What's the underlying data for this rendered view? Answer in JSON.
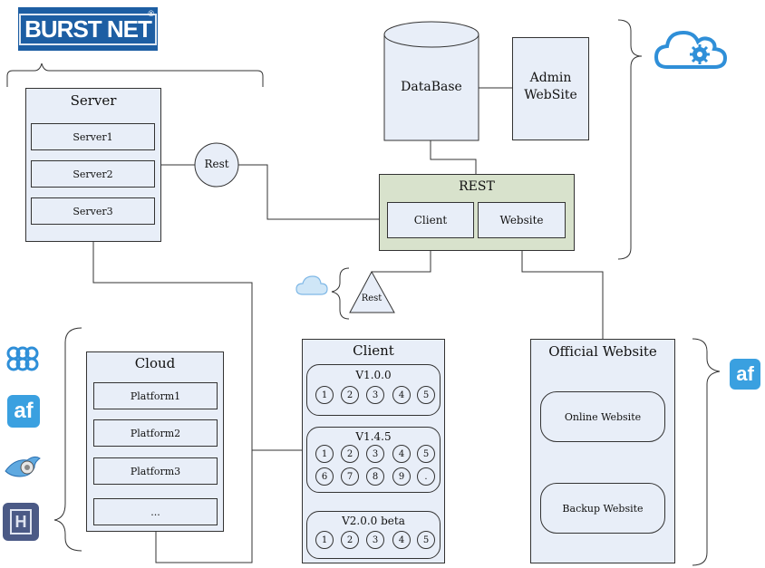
{
  "logo": {
    "text": "BURST NET",
    "mark": "®"
  },
  "server": {
    "title": "Server",
    "items": [
      "Server1",
      "Server2",
      "Server3"
    ]
  },
  "rest_node": {
    "label": "Rest"
  },
  "database": {
    "label": "DataBase"
  },
  "admin": {
    "line1": "Admin",
    "line2": "WebSite"
  },
  "rest_block": {
    "title": "REST",
    "client": "Client",
    "website": "Website"
  },
  "rest_triangle": {
    "label": "Rest"
  },
  "cloud": {
    "title": "Cloud",
    "items": [
      "Platform1",
      "Platform2",
      "Platform3",
      "..."
    ]
  },
  "client": {
    "title": "Client",
    "versions": [
      {
        "label": "V1.0.0",
        "nums": [
          "1",
          "2",
          "3",
          "4",
          "5"
        ]
      },
      {
        "label": "V1.4.5",
        "nums": [
          "1",
          "2",
          "3",
          "4",
          "5",
          "6",
          "7",
          "8",
          "9",
          "."
        ]
      },
      {
        "label": "V2.0.0 beta",
        "nums": [
          "1",
          "2",
          "3",
          "4",
          "5"
        ]
      }
    ]
  },
  "official": {
    "title": "Official Website",
    "items": [
      "Online Website",
      "Backup Website"
    ]
  },
  "icons": {
    "cloud_gear": "cloud-gear-icon",
    "small_cloud": "cloud-icon",
    "af": "af-icon",
    "links": "chain-links-icon",
    "bird": "bird-icon",
    "heroku": "heroku-icon"
  },
  "colors": {
    "box_fill": "#e8eef8",
    "rest_fill": "#d8e2cc",
    "logo_blue": "#1d5ea3",
    "icon_blue": "#2f8fd8"
  }
}
